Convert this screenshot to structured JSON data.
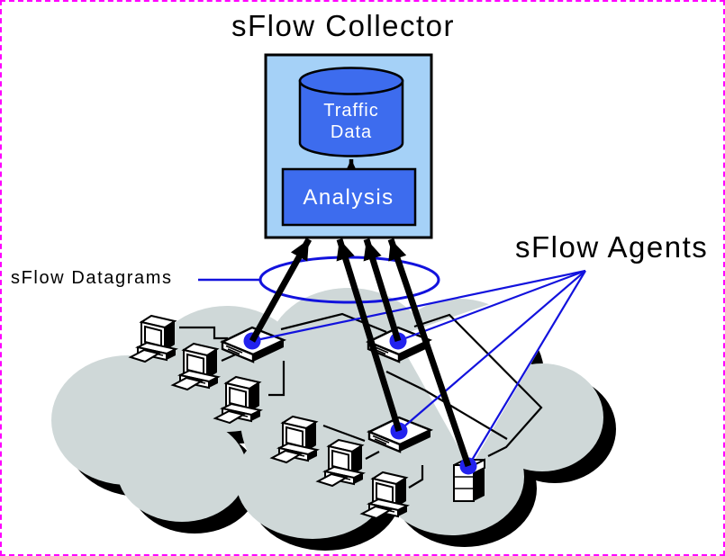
{
  "diagram": {
    "title": "sFlow Collector",
    "labels": {
      "datagrams": "sFlow Datagrams",
      "agents": "sFlow Agents"
    },
    "collector": {
      "database_label": "Traffic Data",
      "database_lines": [
        "Traffic",
        "Data"
      ],
      "analysis_label": "Analysis"
    },
    "agents": [
      {
        "id": "switch-1",
        "type": "switch"
      },
      {
        "id": "switch-2",
        "type": "switch"
      },
      {
        "id": "switch-3",
        "type": "switch"
      },
      {
        "id": "server-1",
        "type": "server"
      }
    ],
    "computer_count": 6,
    "colors": {
      "frame_border": "#ff00ff",
      "collector_fill": "#a5d1f7",
      "component_fill": "#3d6cee",
      "cloud_fill": "#cfd8d8",
      "shadow": "#000000",
      "agent_line": "#1212dd",
      "agent_dot": "#2222ee",
      "component_text": "#ffffff"
    }
  }
}
